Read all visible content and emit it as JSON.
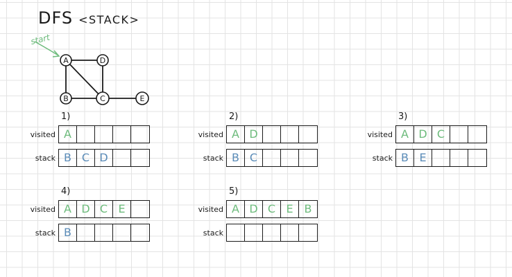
{
  "title": "DFS",
  "subtitle": "<STACK>",
  "start_label": "start",
  "colors": {
    "visited": "#6dbb7c",
    "stack": "#5b8cb8",
    "ink": "#1a1a1a",
    "grid": "#e3e3e3"
  },
  "graph": {
    "nodes": [
      "A",
      "B",
      "C",
      "D",
      "E"
    ],
    "edges": [
      [
        "A",
        "B"
      ],
      [
        "A",
        "D"
      ],
      [
        "A",
        "C"
      ],
      [
        "B",
        "C"
      ],
      [
        "D",
        "C"
      ],
      [
        "C",
        "E"
      ]
    ],
    "start_node": "A"
  },
  "steps": [
    {
      "label": "1)",
      "visited_label": "visited",
      "stack_label": "stack",
      "visited": [
        "A"
      ],
      "stack": [
        "B",
        "C",
        "D"
      ]
    },
    {
      "label": "2)",
      "visited_label": "visited",
      "stack_label": "stack",
      "visited": [
        "A",
        "D"
      ],
      "stack": [
        "B",
        "C"
      ]
    },
    {
      "label": "3)",
      "visited_label": "visited",
      "stack_label": "stack",
      "visited": [
        "A",
        "D",
        "C"
      ],
      "stack": [
        "B",
        "E"
      ]
    },
    {
      "label": "4)",
      "visited_label": "visited",
      "stack_label": "stack",
      "visited": [
        "A",
        "D",
        "C",
        "E"
      ],
      "stack": [
        "B"
      ]
    },
    {
      "label": "5)",
      "visited_label": "visited",
      "stack_label": "stack",
      "visited": [
        "A",
        "D",
        "C",
        "E",
        "B"
      ],
      "stack": []
    }
  ]
}
